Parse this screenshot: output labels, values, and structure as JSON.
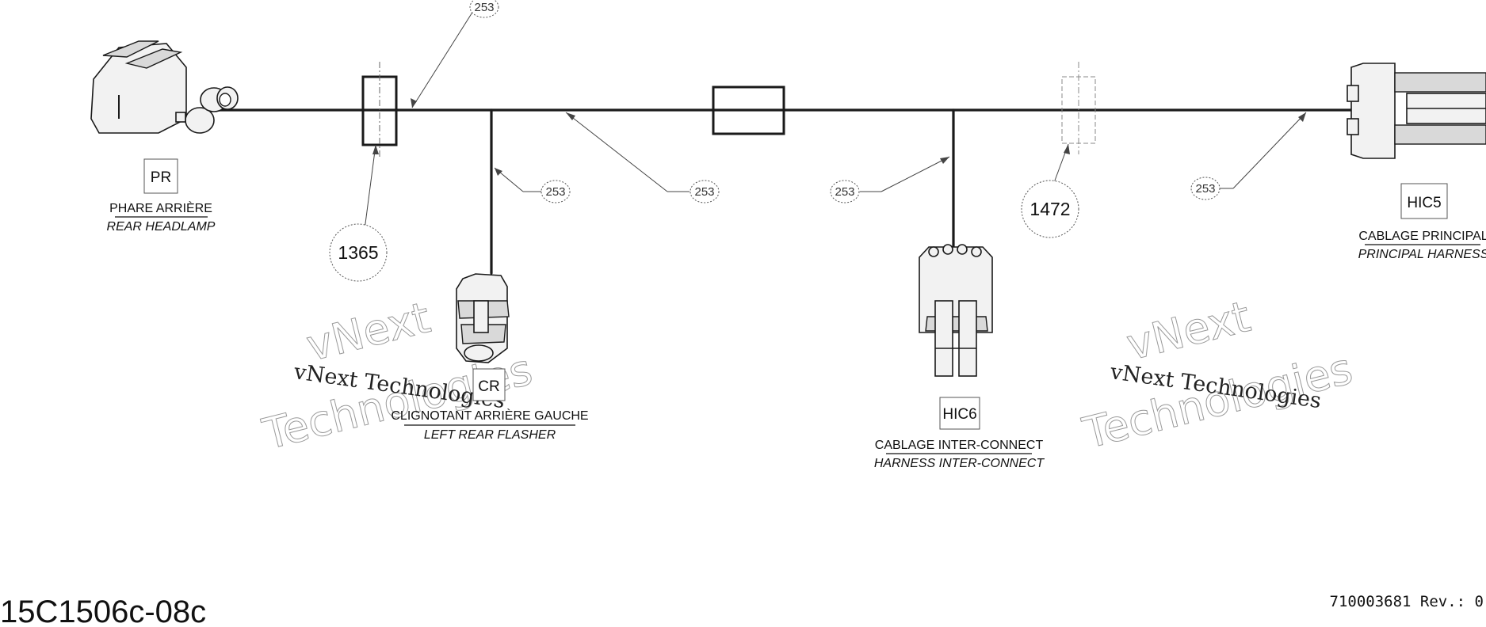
{
  "callouts": {
    "n253": "253",
    "n1365": "1365",
    "n1472": "1472"
  },
  "connectors": {
    "rear_headlamp": {
      "tag": "PR",
      "label_fr": "PHARE ARRIÈRE",
      "label_en": "REAR HEADLAMP"
    },
    "left_rear_flasher": {
      "tag": "CR",
      "label_fr": "CLIGNOTANT ARRIÈRE GAUCHE",
      "label_en": "LEFT REAR FLASHER"
    },
    "harness_interconnect": {
      "tag": "HIC6",
      "label_fr": "CABLAGE INTER-CONNECT",
      "label_en": "HARNESS INTER-CONNECT"
    },
    "principal_harness": {
      "tag": "HIC5",
      "label_fr": "CABLAGE PRINCIPAL",
      "label_en": "PRINCIPAL HARNESS"
    }
  },
  "watermark": {
    "line1": "vNext",
    "line2": "Technologies",
    "line3": "vNext Technologies"
  },
  "footer": {
    "drawing_code": "15C1506c-08c",
    "part_number": "710003681 Rev.: 0"
  },
  "colors": {
    "wire": "#1a1a1a",
    "watermark": "#9a9a9a"
  }
}
